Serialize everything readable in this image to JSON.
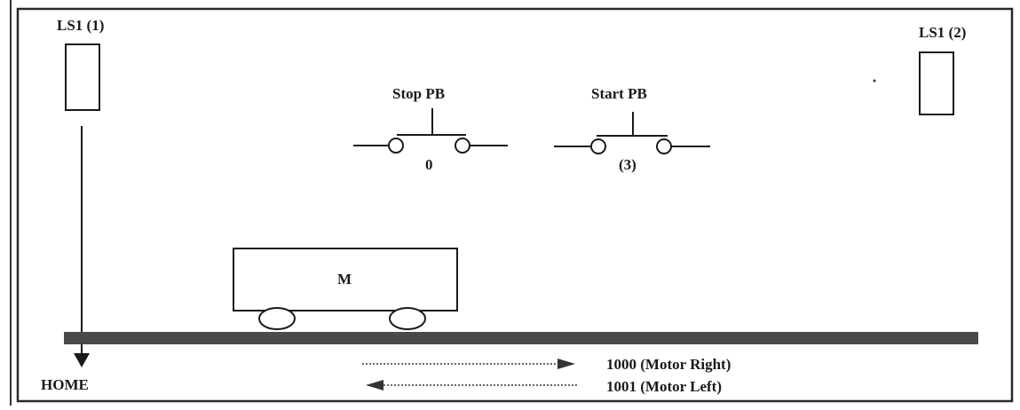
{
  "limit_switch_left": "LS1 (1)",
  "limit_switch_right": "LS1 (2)",
  "stop_button": {
    "label": "Stop PB",
    "address": "0"
  },
  "start_button": {
    "label": "Start PB",
    "address": "(3)"
  },
  "cart": {
    "label": "M"
  },
  "home": "HOME",
  "motor_right": "1000 (Motor Right)",
  "motor_left": "1001 (Motor Left)",
  "colors": {
    "ink": "#1a1a1a",
    "track": "#4a4a4a",
    "background": "#ffffff"
  }
}
